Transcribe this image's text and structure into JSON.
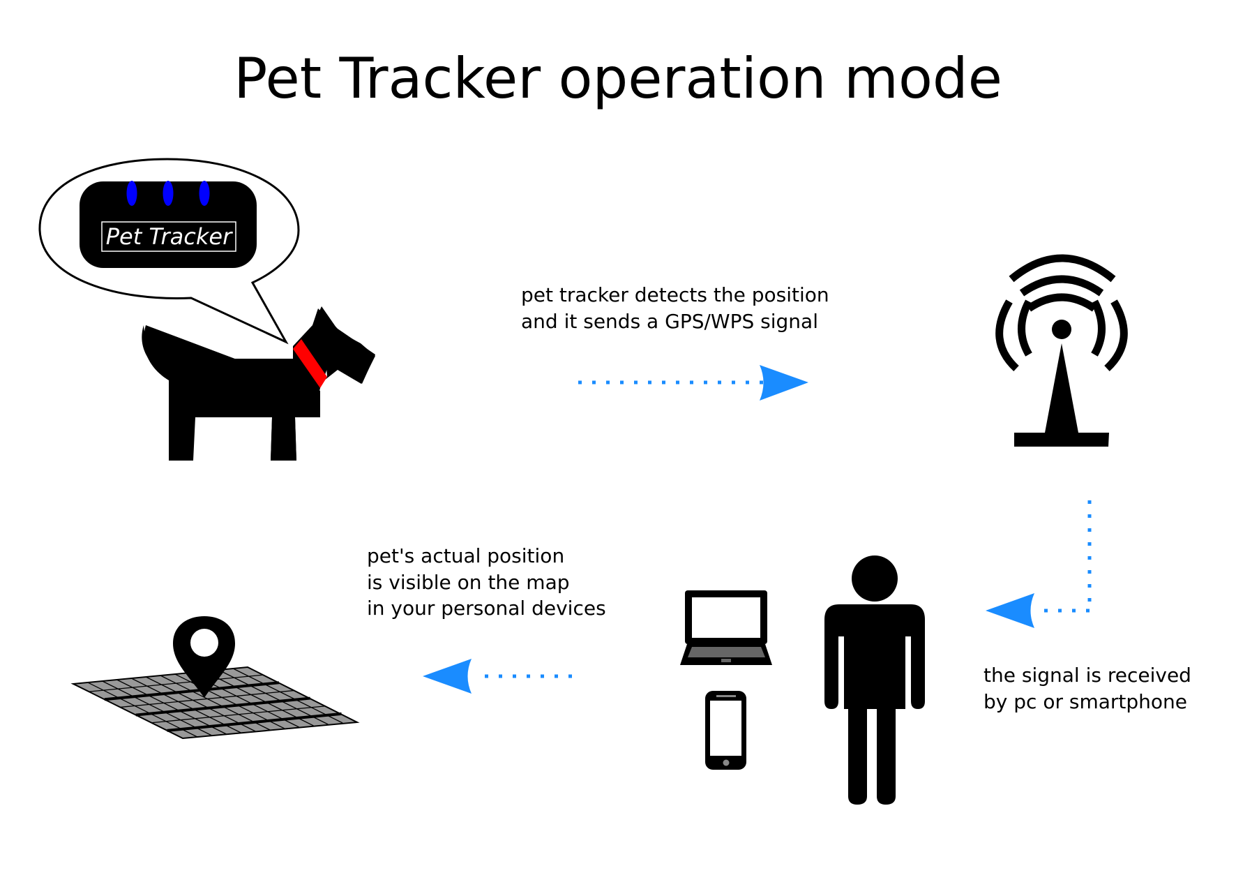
{
  "title": "Pet Tracker operation mode",
  "device_label": "Pet Tracker",
  "steps": [
    {
      "lines": [
        "pet tracker detects the position",
        "and it sends a GPS/WPS signal"
      ]
    },
    {
      "lines": [
        "the signal is received",
        "by pc or smartphone"
      ]
    },
    {
      "lines": [
        "pet's actual position",
        "is visible on the map",
        "in your personal devices"
      ]
    }
  ],
  "icons": [
    "speech-bubble-icon",
    "pet-tracker-device-icon",
    "dog-icon",
    "radio-tower-icon",
    "person-icon",
    "laptop-icon",
    "smartphone-icon",
    "map-pin-icon",
    "map-grid-icon",
    "arrow-right-icon",
    "arrow-left-icon"
  ],
  "colors": {
    "arrow": "#1a8cff",
    "collar": "#ff0000",
    "device_lights": "#0000ff",
    "map_tiles": "#999999",
    "device_body": "#000000"
  }
}
